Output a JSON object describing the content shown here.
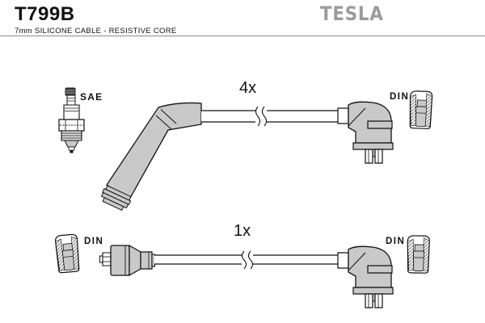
{
  "header": {
    "part_number": "T799B",
    "subtitle": "7mm SILICONE CABLE - RESISTIVE CORE",
    "brand": "TESLA"
  },
  "diagram": {
    "top_assembly": {
      "quantity": "4x",
      "plug_end_standard": "SAE",
      "coil_end_standard": "DIN"
    },
    "bottom_assembly": {
      "quantity": "1x",
      "left_end_standard": "DIN",
      "right_end_standard": "DIN"
    },
    "colors": {
      "outline": "#111111",
      "part_fill": "#c9c9c9",
      "brand_gray": "#9b9b9b",
      "background": "#ffffff"
    }
  }
}
